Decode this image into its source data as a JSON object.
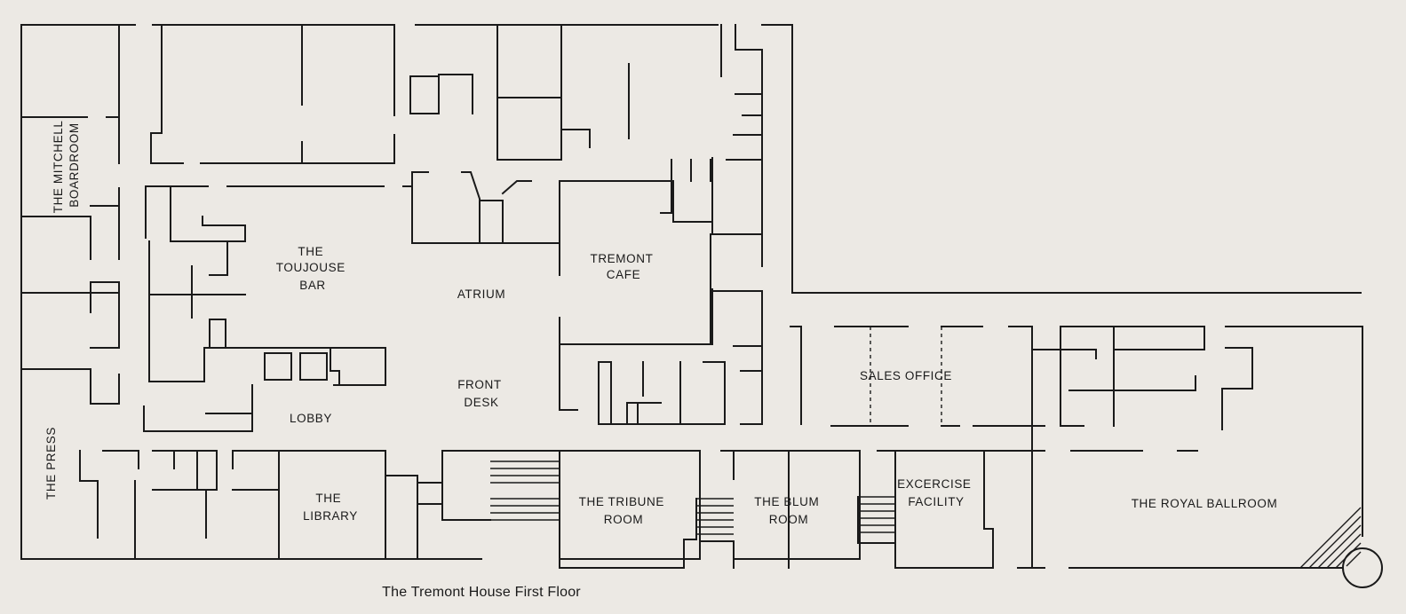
{
  "caption": "The Tremont House First Floor",
  "rooms": {
    "mitchell_boardroom": [
      "THE MITCHELL",
      "BOARDROOM"
    ],
    "toujouse_bar": [
      "THE",
      "TOUJOUSE",
      "BAR"
    ],
    "atrium": [
      "ATRIUM"
    ],
    "tremont_cafe": [
      "TREMONT",
      "CAFE"
    ],
    "front_desk": [
      "FRONT",
      "DESK"
    ],
    "lobby": [
      "LOBBY"
    ],
    "press": [
      "THE PRESS"
    ],
    "library": [
      "THE",
      "LIBRARY"
    ],
    "tribune_room": [
      "THE TRIBUNE",
      "ROOM"
    ],
    "blum_room": [
      "THE BLUM",
      "ROOM"
    ],
    "exercise_facility": [
      "EXCERCISE",
      "FACILITY"
    ],
    "sales_office": [
      "SALES OFFICE"
    ],
    "royal_ballroom": [
      "THE ROYAL BALLROOM"
    ]
  }
}
